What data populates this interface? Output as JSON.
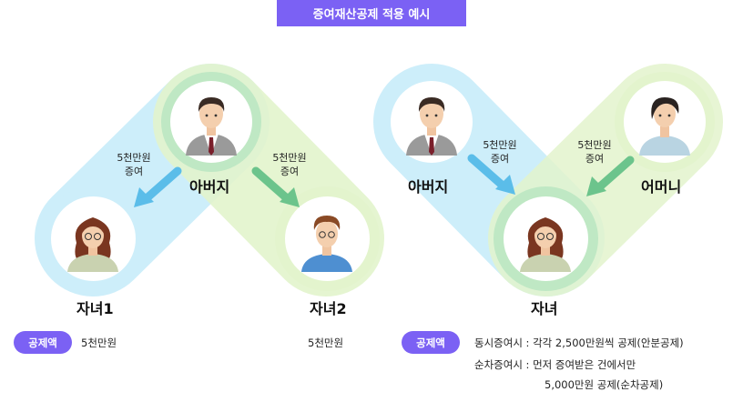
{
  "title": "증여재산공제 적용 예시",
  "left": {
    "father_label": "아버지",
    "gift1": {
      "line1": "5천만원",
      "line2": "증여"
    },
    "gift2": {
      "line1": "5천만원",
      "line2": "증여"
    },
    "child1_label": "자녀1",
    "child2_label": "자녀2",
    "deduction_badge": "공제액",
    "child1_amount": "5천만원",
    "child2_amount": "5천만원"
  },
  "right": {
    "father_label": "아버지",
    "mother_label": "어머니",
    "gift1": {
      "line1": "5천만원",
      "line2": "증여"
    },
    "gift2": {
      "line1": "5천만원",
      "line2": "증여"
    },
    "child_label": "자녀",
    "deduction_badge": "공제액",
    "line1": "동시증여시 : 각각 2,500만원씩 공제(안분공제)",
    "line2": "순차증여시 : 먼저 증여받은 건에서만",
    "line3": "5,000만원 공제(순차공제)"
  },
  "colors": {
    "accent": "#7b61f4",
    "blue_band": "#cdeefa",
    "green_band": "#e3f4cd",
    "green_ring": "#bfe8c4",
    "blue_arrow": "#5bbde9",
    "green_arrow": "#6cc48c"
  }
}
